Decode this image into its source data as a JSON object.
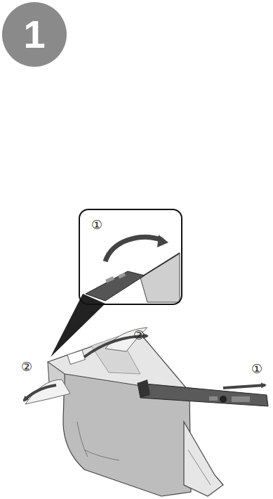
{
  "diagram": {
    "nodes": [
      {
        "text": [
          "1"
        ]
      },
      {
        "text": [
          "①"
        ]
      }
    ],
    "labels": [
      "②",
      "②",
      "①"
    ]
  }
}
